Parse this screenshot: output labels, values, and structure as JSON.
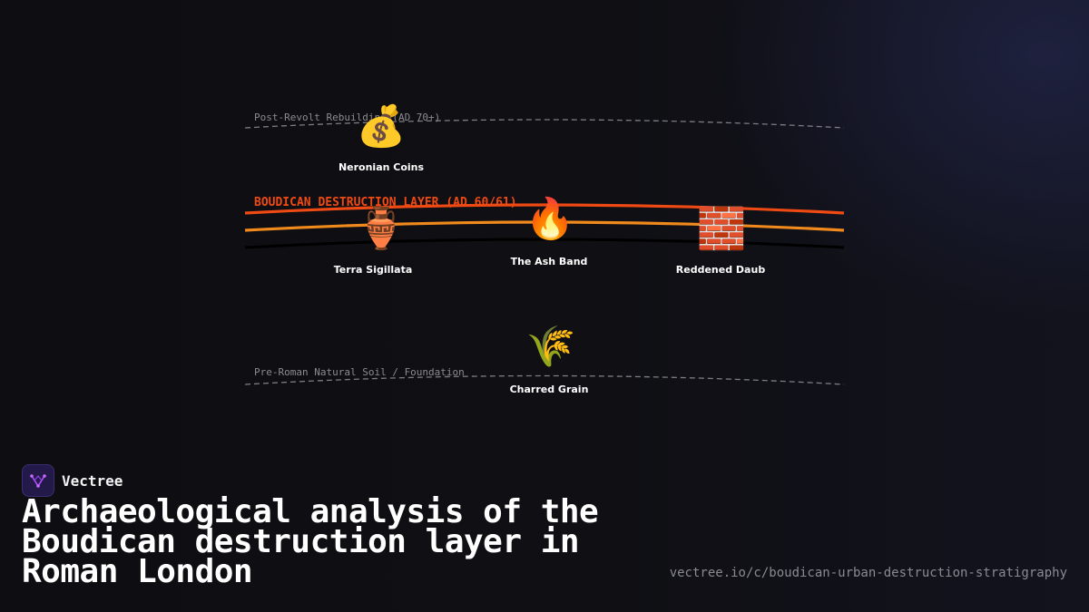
{
  "diagram": {
    "layers": [
      {
        "id": "post-revolt",
        "label": "Post-Revolt Rebuilding (AD 70+)",
        "color": "#7d7d85"
      },
      {
        "id": "destruction",
        "label": "BOUDICAN DESTRUCTION LAYER (AD 60/61)",
        "color": "#f04a14"
      },
      {
        "id": "pre-roman",
        "label": "Pre-Roman Natural Soil / Foundation",
        "color": "#7d7d85"
      }
    ],
    "band_colors": {
      "fire": "#f04a14",
      "ash": "#f08a1c",
      "base": "#000000"
    },
    "finds": [
      {
        "id": "neronian-coins",
        "name": "Neronian Coins",
        "icon": "money-bag-icon",
        "glyph": "💰"
      },
      {
        "id": "terra-sigillata",
        "name": "Terra Sigillata",
        "icon": "amphora-icon",
        "glyph": "🏺"
      },
      {
        "id": "ash-band",
        "name": "The Ash Band",
        "icon": "fire-icon",
        "glyph": "🔥"
      },
      {
        "id": "reddened-daub",
        "name": "Reddened Daub",
        "icon": "brick-icon",
        "glyph": "🧱"
      },
      {
        "id": "charred-grain",
        "name": "Charred Grain",
        "icon": "grain-icon",
        "glyph": "🌾"
      }
    ]
  },
  "brand": {
    "name": "Vectree",
    "accent": "#b44cff"
  },
  "headline": "Archaeological analysis of the Boudican destruction layer in Roman London",
  "url": "vectree.io/c/boudican-urban-destruction-stratigraphy"
}
